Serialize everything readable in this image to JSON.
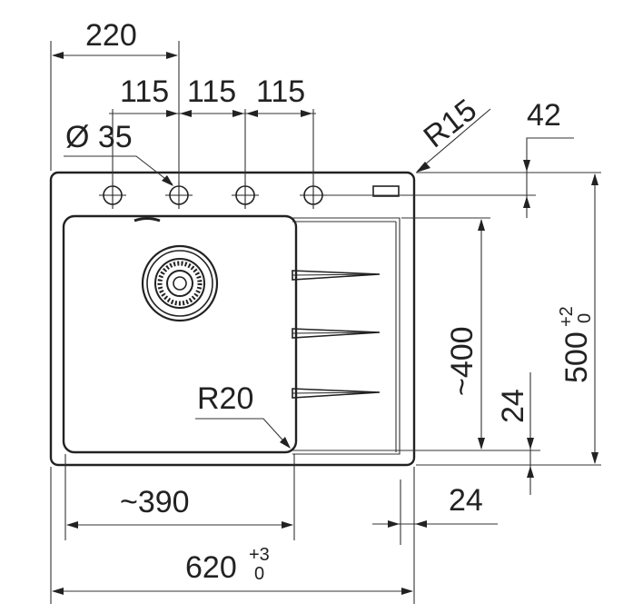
{
  "dimensions": {
    "top_offset": "220",
    "spacing_1": "115",
    "spacing_2": "115",
    "spacing_3": "115",
    "hole_diameter": "Ø 35",
    "corner_radius_outer": "R15",
    "edge_offset": "42",
    "bowl_length": "~400",
    "drainboard_margin_v": "24",
    "overall_depth": "500",
    "overall_depth_tol_upper": "+2",
    "overall_depth_tol_lower": "0",
    "bowl_radius": "R20",
    "bowl_width": "~390",
    "drainboard_margin_h": "24",
    "overall_width": "620",
    "overall_width_tol_upper": "+3",
    "overall_width_tol_lower": "0"
  }
}
